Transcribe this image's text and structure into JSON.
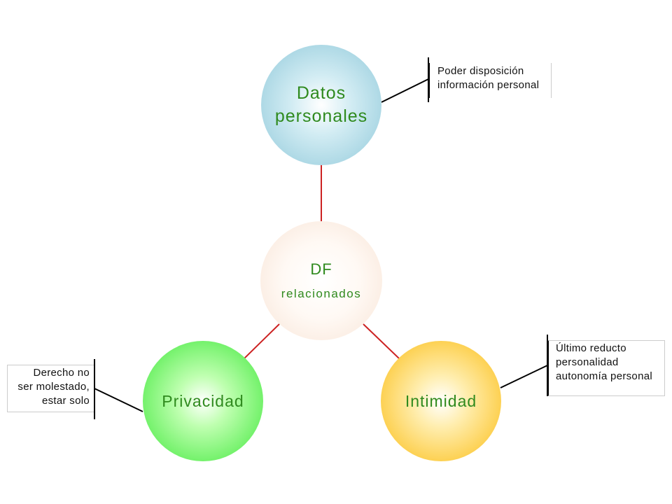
{
  "nodes": {
    "datos": {
      "lines": [
        "Datos",
        "personales"
      ]
    },
    "df": {
      "title": "DF",
      "subtitle": "relacionados"
    },
    "privacidad": {
      "label": "Privacidad"
    },
    "intimidad": {
      "label": "Intimidad"
    }
  },
  "notes": {
    "datos": [
      "Poder disposición",
      "información personal"
    ],
    "intimidad": [
      "Último reducto",
      "personalidad",
      "autonomía personal"
    ],
    "privacidad": [
      "Derecho no",
      "ser molestado,",
      "estar solo"
    ]
  },
  "colors": {
    "node_text": "#2f8a1e",
    "connector": "#cc2222",
    "callout_line": "#000000",
    "datos_fill": "#90c9da",
    "df_fill": "#f8e4d6",
    "privacidad_fill": "#3ee83a",
    "intimidad_fill": "#fbbc10"
  }
}
